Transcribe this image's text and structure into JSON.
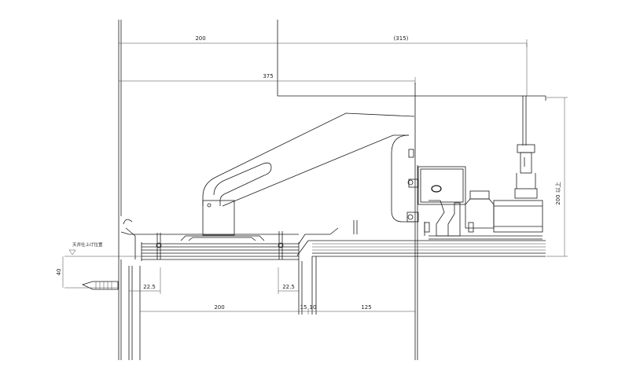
{
  "drawing": {
    "dimensions": {
      "top_left_200": "200",
      "top_right_315": "(315)",
      "top_375": "375",
      "right_vertical": "200 以上",
      "left_40": "40",
      "bottom_22_5_left": "22.5",
      "bottom_22_5_right": "22.5",
      "bottom_200": "200",
      "bottom_15": "15",
      "bottom_10": "10",
      "bottom_125": "125"
    },
    "labels": {
      "ceiling_level": "天井仕上げ位置"
    }
  }
}
